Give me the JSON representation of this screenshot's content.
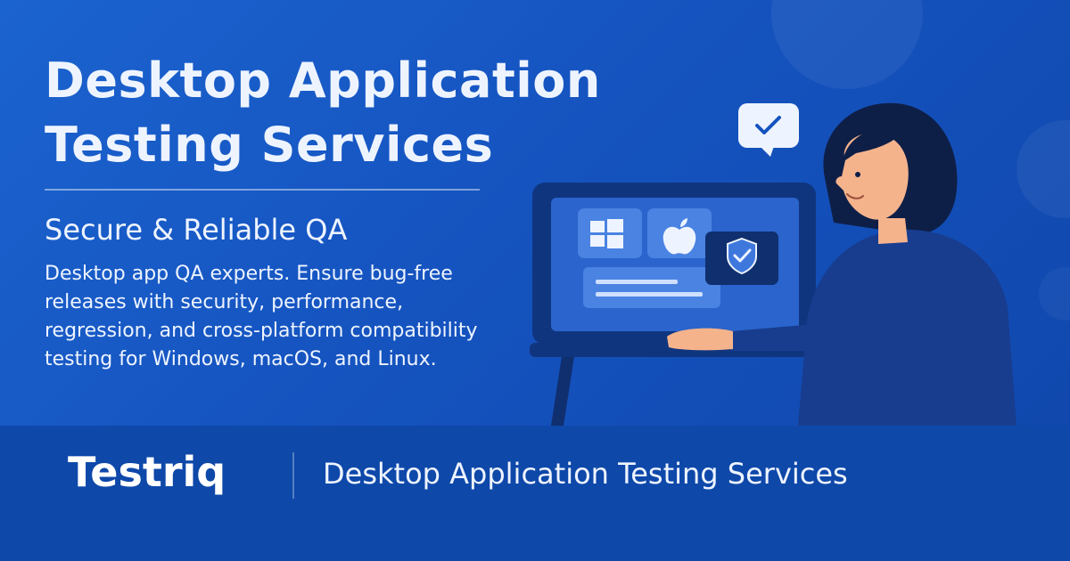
{
  "headline": {
    "line1": "Desktop Application",
    "line2": "Testing Services"
  },
  "subtitle": "Secure & Reliable QA",
  "description": "Desktop app QA experts. Ensure bug-free releases with security, performance, regression, and cross-platform compatibility testing for Windows, macOS, and Linux.",
  "footer": {
    "brand": "Testriq",
    "tagline": "Desktop Application Testing Services"
  },
  "illustration": {
    "icons": [
      "windows-icon",
      "apple-icon",
      "shield-check-icon",
      "checkmark-chat-icon"
    ]
  },
  "colors": {
    "background": "#1553bf",
    "footer": "#0e48a9",
    "text": "#eef4ff",
    "monitor": "#10357f",
    "screen": "#3f78dd",
    "figure": "#183d8f",
    "skin": "#f5b38c",
    "hair": "#0e1f47"
  }
}
